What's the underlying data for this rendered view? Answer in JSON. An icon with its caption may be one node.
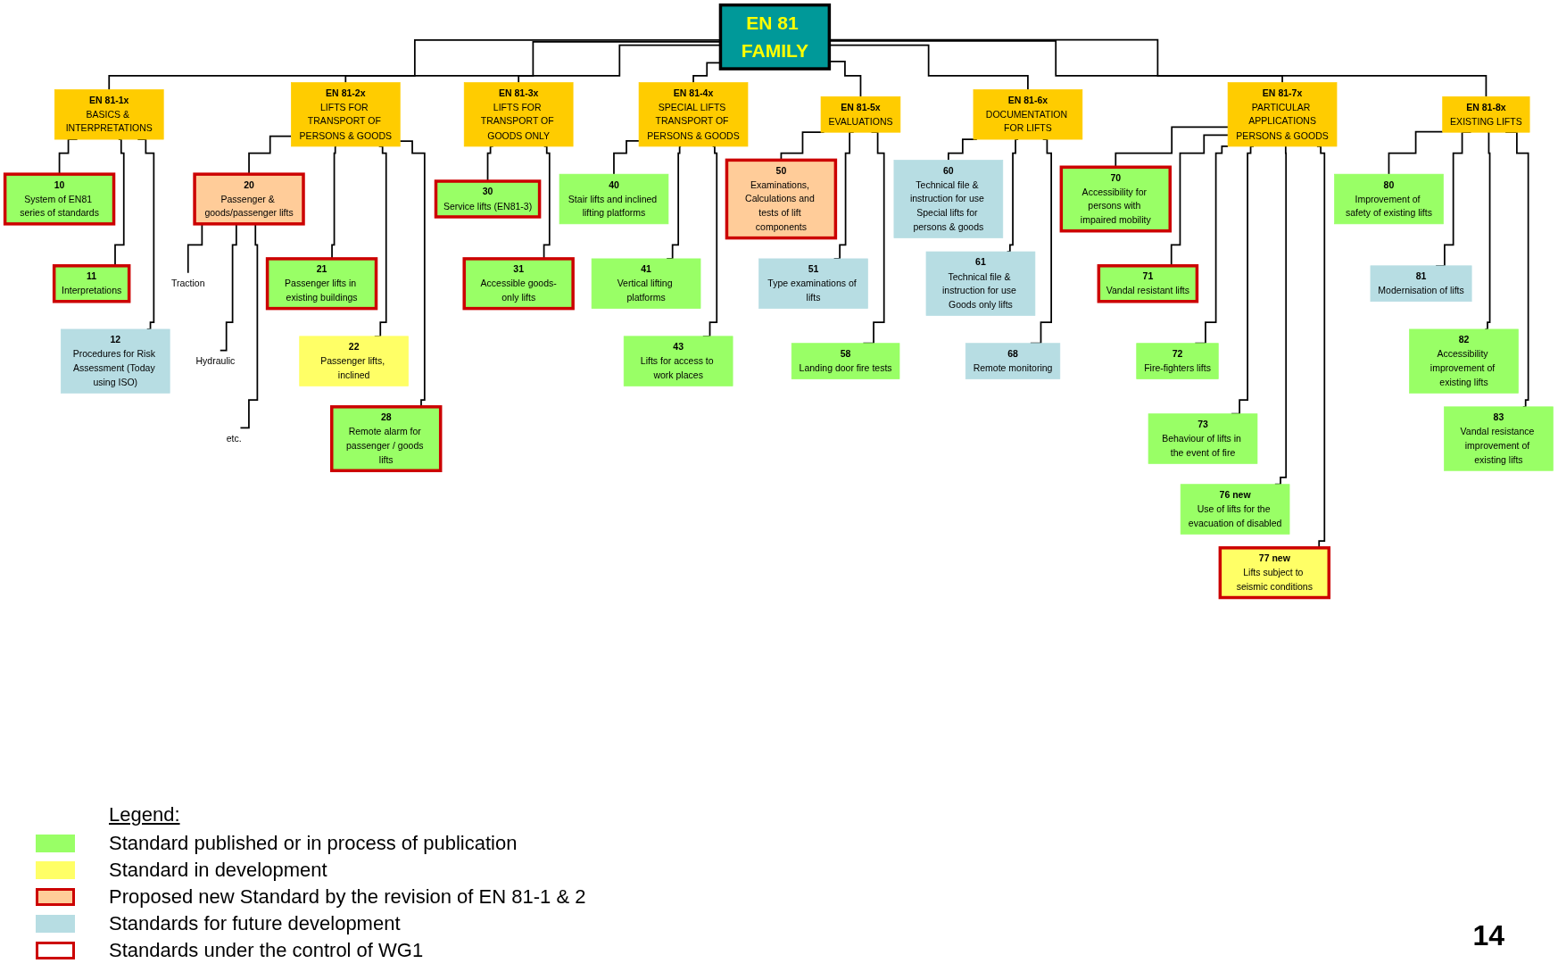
{
  "diagram": {
    "nodes": [
      {
        "text": [
          "EN 81 FAMILY"
        ]
      },
      {
        "text": [
          "EN 81-1x",
          "BASICS & INTERPRETATIONS"
        ]
      },
      {
        "text": [
          "EN 81-2x",
          "LIFTS FOR TRANSPORT OF PERSONS & GOODS"
        ]
      },
      {
        "text": [
          "EN 81-3x",
          "LIFTS FOR TRANSPORT OF GOODS ONLY"
        ]
      },
      {
        "text": [
          "EN 81-4x",
          "SPECIAL LIFTS TRANSPORT OF PERSONS & GOODS"
        ]
      },
      {
        "text": [
          "EN 81-5x",
          "EVALUATIONS"
        ]
      },
      {
        "text": [
          "EN 81-6x",
          "DOCUMENTATION FOR LIFTS"
        ]
      },
      {
        "text": [
          "EN 81-7x",
          "PARTICULAR APPLICATIONS",
          "PERSONS & GOODS"
        ]
      },
      {
        "text": [
          "EN 81-8x",
          "EXISTING LIFTS"
        ]
      },
      {
        "text": [
          "10",
          "System of EN81 series of standards"
        ]
      },
      {
        "text": [
          "11",
          "Interpretations"
        ]
      },
      {
        "text": [
          "12",
          "Procedures for Risk Assessment (Today using ISO)"
        ]
      },
      {
        "text": [
          "20",
          "Passenger & goods/passenger lifts"
        ]
      },
      {
        "text": [
          "Traction"
        ]
      },
      {
        "text": [
          "Hydraulic"
        ]
      },
      {
        "text": [
          "etc."
        ]
      },
      {
        "text": [
          "21",
          "Passenger lifts in existing buildings"
        ]
      },
      {
        "text": [
          "22",
          "Passenger lifts, inclined"
        ]
      },
      {
        "text": [
          "28",
          "Remote alarm for passenger / goods lifts"
        ]
      },
      {
        "text": [
          "30",
          "Service lifts (EN81-3)"
        ]
      },
      {
        "text": [
          "31",
          "Accessible goods-only lifts"
        ]
      },
      {
        "text": [
          "40",
          "Stair lifts and inclined lifting platforms"
        ]
      },
      {
        "text": [
          "41",
          "Vertical lifting platforms"
        ]
      },
      {
        "text": [
          "43",
          "Lifts for access to work places"
        ]
      },
      {
        "text": [
          "50",
          "Examinations, Calculations and tests of lift components"
        ]
      },
      {
        "text": [
          "51",
          "Type examinations of lifts"
        ]
      },
      {
        "text": [
          "58",
          "Landing door fire tests"
        ]
      },
      {
        "text": [
          "60",
          "Technical file & instruction for use Special lifts for persons & goods"
        ]
      },
      {
        "text": [
          "61",
          "Technical file & instruction for use Goods only lifts"
        ]
      },
      {
        "text": [
          "68",
          "Remote monitoring"
        ]
      },
      {
        "text": [
          "70",
          "Accessibility for persons with impaired mobility"
        ]
      },
      {
        "text": [
          "71",
          "Vandal resistant lifts"
        ]
      },
      {
        "text": [
          "72",
          "Fire-fighters lifts"
        ]
      },
      {
        "text": [
          "73",
          "Behaviour of lifts in the event of fire"
        ]
      },
      {
        "text": [
          "76 new",
          "Use of lifts for the evacuation of disabled"
        ]
      },
      {
        "text": [
          "77 new",
          "Lifts subject to seismic conditions"
        ]
      },
      {
        "text": [
          "80",
          "Improvement of safety of existing lifts"
        ]
      },
      {
        "text": [
          "81",
          "Modernisation of lifts"
        ]
      },
      {
        "text": [
          "82",
          "Accessibility improvement of existing lifts"
        ]
      },
      {
        "text": [
          "83",
          "Vandal resistance improvement of existing lifts"
        ]
      }
    ],
    "edges": [
      {
        "from": 0,
        "to": 1,
        "arrow": "none"
      },
      {
        "from": 0,
        "to": 2,
        "arrow": "none"
      },
      {
        "from": 0,
        "to": 3,
        "arrow": "none"
      },
      {
        "from": 0,
        "to": 4,
        "arrow": "none"
      },
      {
        "from": 0,
        "to": 5,
        "arrow": "none"
      },
      {
        "from": 0,
        "to": 6,
        "arrow": "none"
      },
      {
        "from": 0,
        "to": 7,
        "arrow": "none"
      },
      {
        "from": 0,
        "to": 8,
        "arrow": "none"
      },
      {
        "from": 1,
        "to": 9,
        "arrow": "none"
      },
      {
        "from": 1,
        "to": 10,
        "arrow": "none"
      },
      {
        "from": 1,
        "to": 11,
        "arrow": "none"
      },
      {
        "from": 2,
        "to": 12,
        "arrow": "none"
      },
      {
        "from": 12,
        "to": 13,
        "arrow": "none"
      },
      {
        "from": 12,
        "to": 14,
        "arrow": "none"
      },
      {
        "from": 12,
        "to": 15,
        "arrow": "none"
      },
      {
        "from": 2,
        "to": 16,
        "arrow": "none"
      },
      {
        "from": 2,
        "to": 17,
        "arrow": "none"
      },
      {
        "from": 2,
        "to": 18,
        "arrow": "none"
      },
      {
        "from": 3,
        "to": 19,
        "arrow": "none"
      },
      {
        "from": 3,
        "to": 20,
        "arrow": "none"
      },
      {
        "from": 4,
        "to": 21,
        "arrow": "none"
      },
      {
        "from": 4,
        "to": 22,
        "arrow": "none"
      },
      {
        "from": 4,
        "to": 23,
        "arrow": "none"
      },
      {
        "from": 5,
        "to": 24,
        "arrow": "none"
      },
      {
        "from": 5,
        "to": 25,
        "arrow": "none"
      },
      {
        "from": 5,
        "to": 26,
        "arrow": "none"
      },
      {
        "from": 6,
        "to": 27,
        "arrow": "none"
      },
      {
        "from": 6,
        "to": 28,
        "arrow": "none"
      },
      {
        "from": 6,
        "to": 29,
        "arrow": "none"
      },
      {
        "from": 7,
        "to": 30,
        "arrow": "none"
      },
      {
        "from": 7,
        "to": 31,
        "arrow": "none"
      },
      {
        "from": 7,
        "to": 32,
        "arrow": "none"
      },
      {
        "from": 7,
        "to": 33,
        "arrow": "none"
      },
      {
        "from": 7,
        "to": 34,
        "arrow": "none"
      },
      {
        "from": 7,
        "to": 35,
        "arrow": "none"
      },
      {
        "from": 8,
        "to": 36,
        "arrow": "none"
      },
      {
        "from": 8,
        "to": 37,
        "arrow": "none"
      },
      {
        "from": 8,
        "to": 38,
        "arrow": "none"
      },
      {
        "from": 8,
        "to": 39,
        "arrow": "none"
      }
    ],
    "labels": [
      "Legend:",
      "14"
    ],
    "legend": [
      {
        "text": "Standard published or in process of publication",
        "color": "#99ff66"
      },
      {
        "text": "Standard in development",
        "color": "#ffff66"
      },
      {
        "text": "Proposed new Standard by the revision of EN 81-1 & 2",
        "color": "#ffcc99"
      },
      {
        "text": "Standards for future development",
        "color": "#b7dde3"
      },
      {
        "text": "Standards under the control of WG1"
      }
    ]
  }
}
